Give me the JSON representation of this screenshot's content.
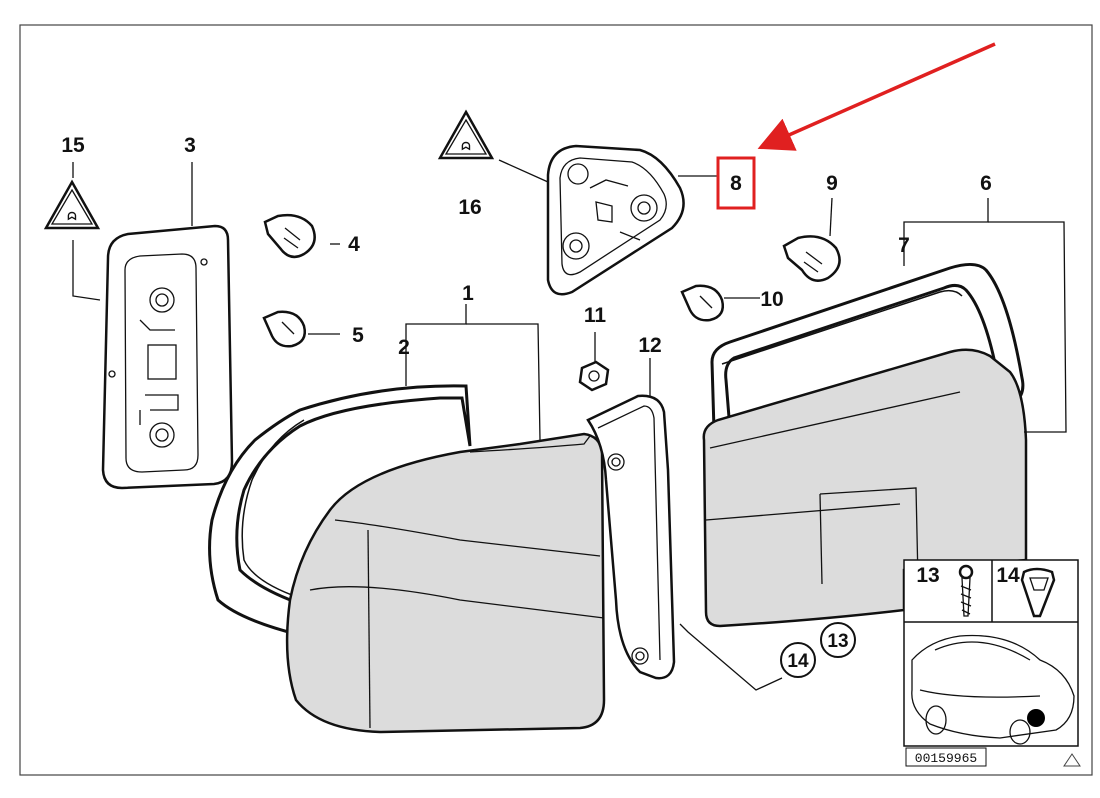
{
  "diagram": {
    "callouts": {
      "p1": "1",
      "p2": "2",
      "p3": "3",
      "p4": "4",
      "p5": "5",
      "p6": "6",
      "p7": "7",
      "p8": "8",
      "p9": "9",
      "p10": "10",
      "p11": "11",
      "p12": "12",
      "p13": "13",
      "p14": "14",
      "p15": "15",
      "p16": "16"
    },
    "inset": {
      "screw_label": "13",
      "clip_label": "14"
    },
    "circled": {
      "a": "13",
      "b": "14"
    },
    "drawing_code": "00159965",
    "highlight": {
      "target_label": "8",
      "color": "#e02020"
    }
  }
}
